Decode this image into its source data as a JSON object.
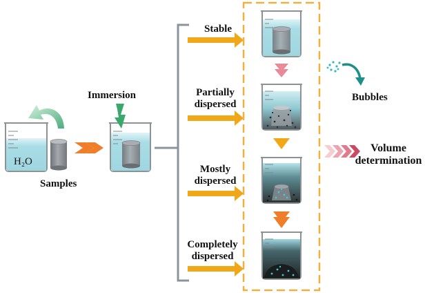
{
  "labels": {
    "water": "H₂O",
    "samples": "Samples",
    "immersion": "Immersion",
    "bubbles": "Bubbles",
    "volume_line1": "Volume",
    "volume_line2": "determination"
  },
  "stages": [
    {
      "line1": "Stable",
      "line2": ""
    },
    {
      "line1": "Partially",
      "line2": "dispersed"
    },
    {
      "line1": "Mostly",
      "line2": "dispersed"
    },
    {
      "line1": "Completely",
      "line2": "dispersed"
    }
  ],
  "colors": {
    "water": "#a9dde6",
    "sample": "#8c8f93",
    "orange_arrow": "#f0a818",
    "pink_arrow": "#e98a98",
    "green_arrow": "#3aa573",
    "dashed_box": "#f0b040",
    "bracket": "#8a949c",
    "bubble": "#33b8c4"
  },
  "icons": [
    "curved-arrow-icon",
    "lightning-arrow-icon",
    "chevron-arrow-icon"
  ]
}
